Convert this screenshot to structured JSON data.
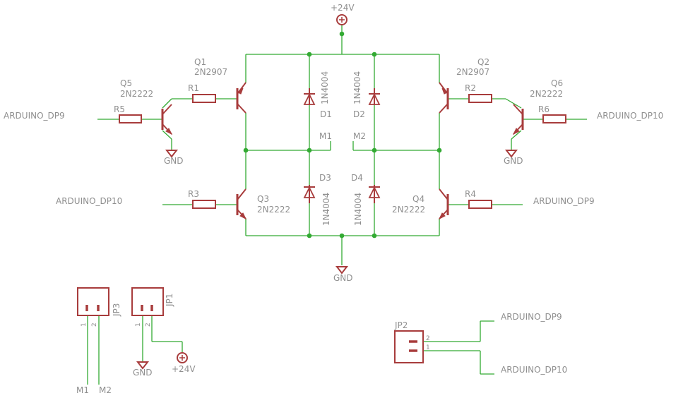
{
  "supply_label": "+24V",
  "gnd_label": "GND",
  "transistors": {
    "q1": {
      "name": "Q1",
      "value": "2N2907"
    },
    "q2": {
      "name": "Q2",
      "value": "2N2907"
    },
    "q3": {
      "name": "Q3",
      "value": "2N2222"
    },
    "q4": {
      "name": "Q4",
      "value": "2N2222"
    },
    "q5": {
      "name": "Q5",
      "value": "2N2222"
    },
    "q6": {
      "name": "Q6",
      "value": "2N2222"
    }
  },
  "resistors": {
    "r1": "R1",
    "r2": "R2",
    "r3": "R3",
    "r4": "R4",
    "r5": "R5",
    "r6": "R6"
  },
  "diodes": {
    "d1": {
      "name": "D1",
      "value": "1N4004"
    },
    "d2": {
      "name": "D2",
      "value": "1N4004"
    },
    "d3": {
      "name": "D3",
      "value": "1N4004"
    },
    "d4": {
      "name": "D4",
      "value": "1N4004"
    }
  },
  "nets": {
    "motor1": "M1",
    "motor2": "M2",
    "dp9": "ARDUINO_DP9",
    "dp10": "ARDUINO_DP10"
  },
  "connectors": {
    "jp1": {
      "name": "JP1",
      "pin1": "1",
      "pin2": "2"
    },
    "jp2": {
      "name": "JP2",
      "pin1": "1",
      "pin2": "2"
    },
    "jp3": {
      "name": "JP3",
      "pin1": "1",
      "pin2": "2"
    }
  },
  "colors": {
    "wire": "#33aa33",
    "part": "#a83c3c",
    "label": "#8f8f8f",
    "background": "#ffffff"
  }
}
